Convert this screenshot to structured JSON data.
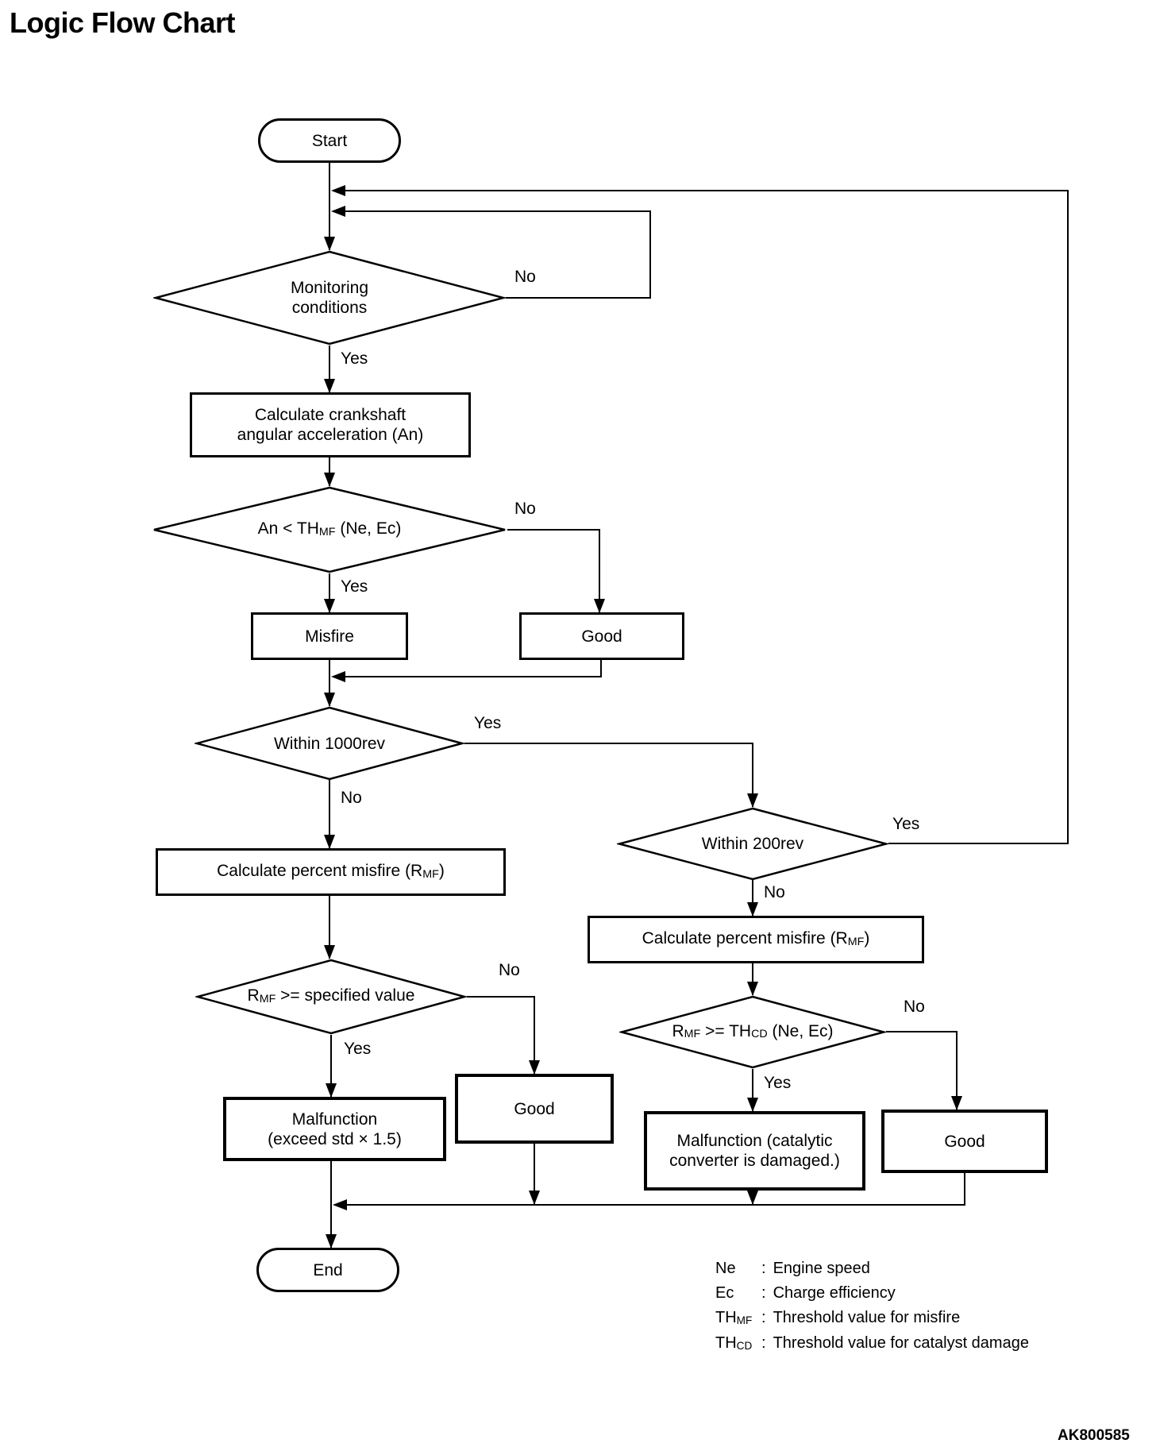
{
  "title": "Logic Flow Chart",
  "figure_code": "AK800585",
  "colors": {
    "ink": "#000000",
    "background": "#ffffff"
  },
  "flowchart": {
    "nodes": {
      "start": {
        "label": "Start"
      },
      "monitoring": {
        "line1": "Monitoring",
        "line2": "conditions"
      },
      "calc_crankshaft": {
        "line1": "Calculate crankshaft",
        "line2": "angular acceleration (An)"
      },
      "an_threshold": {
        "segments": [
          {
            "t": "An < TH"
          },
          {
            "t": "MF",
            "sub": true
          },
          {
            "t": " (Ne, Ec)"
          }
        ]
      },
      "misfire": {
        "label": "Misfire"
      },
      "good_misfire": {
        "label": "Good"
      },
      "within_1000rev": {
        "label": "Within 1000rev"
      },
      "calc_percent_left": {
        "segments": [
          {
            "t": "Calculate percent misfire (R"
          },
          {
            "t": "MF",
            "sub": true
          },
          {
            "t": ")"
          }
        ]
      },
      "rmf_specified": {
        "segments": [
          {
            "t": "R"
          },
          {
            "t": "MF",
            "sub": true
          },
          {
            "t": " >= specified value"
          }
        ]
      },
      "malfunction_misfire": {
        "line1": "Malfunction",
        "line2": "(exceed std × 1.5)"
      },
      "good_rmf": {
        "label": "Good"
      },
      "within_200rev": {
        "label": "Within 200rev"
      },
      "calc_percent_right": {
        "segments": [
          {
            "t": "Calculate percent misfire (R"
          },
          {
            "t": "MF",
            "sub": true
          },
          {
            "t": ")"
          }
        ]
      },
      "rmf_thcd": {
        "segments": [
          {
            "t": "R"
          },
          {
            "t": "MF",
            "sub": true
          },
          {
            "t": " >= TH"
          },
          {
            "t": "CD",
            "sub": true
          },
          {
            "t": " (Ne, Ec)"
          }
        ]
      },
      "malfunction_catalyst": {
        "line1": "Malfunction (catalytic",
        "line2": "converter is damaged.)"
      },
      "good_catalyst": {
        "label": "Good"
      },
      "end": {
        "label": "End"
      }
    },
    "edge_labels": {
      "monitoring_no": "No",
      "monitoring_yes": "Yes",
      "an_threshold_no": "No",
      "an_threshold_yes": "Yes",
      "within_1000rev_yes": "Yes",
      "within_1000rev_no": "No",
      "within_200rev_yes": "Yes",
      "within_200rev_no": "No",
      "rmf_specified_no": "No",
      "rmf_specified_yes": "Yes",
      "rmf_thcd_no": "No",
      "rmf_thcd_yes": "Yes"
    },
    "legend": {
      "separator": ":",
      "rows": [
        {
          "term": [
            {
              "t": "Ne"
            }
          ],
          "desc": "Engine speed"
        },
        {
          "term": [
            {
              "t": "Ec"
            }
          ],
          "desc": "Charge efficiency"
        },
        {
          "term": [
            {
              "t": "TH"
            },
            {
              "t": "MF",
              "sub": true
            }
          ],
          "desc": "Threshold value for misfire"
        },
        {
          "term": [
            {
              "t": "TH"
            },
            {
              "t": "CD",
              "sub": true
            }
          ],
          "desc": "Threshold value for catalyst damage"
        }
      ]
    }
  }
}
